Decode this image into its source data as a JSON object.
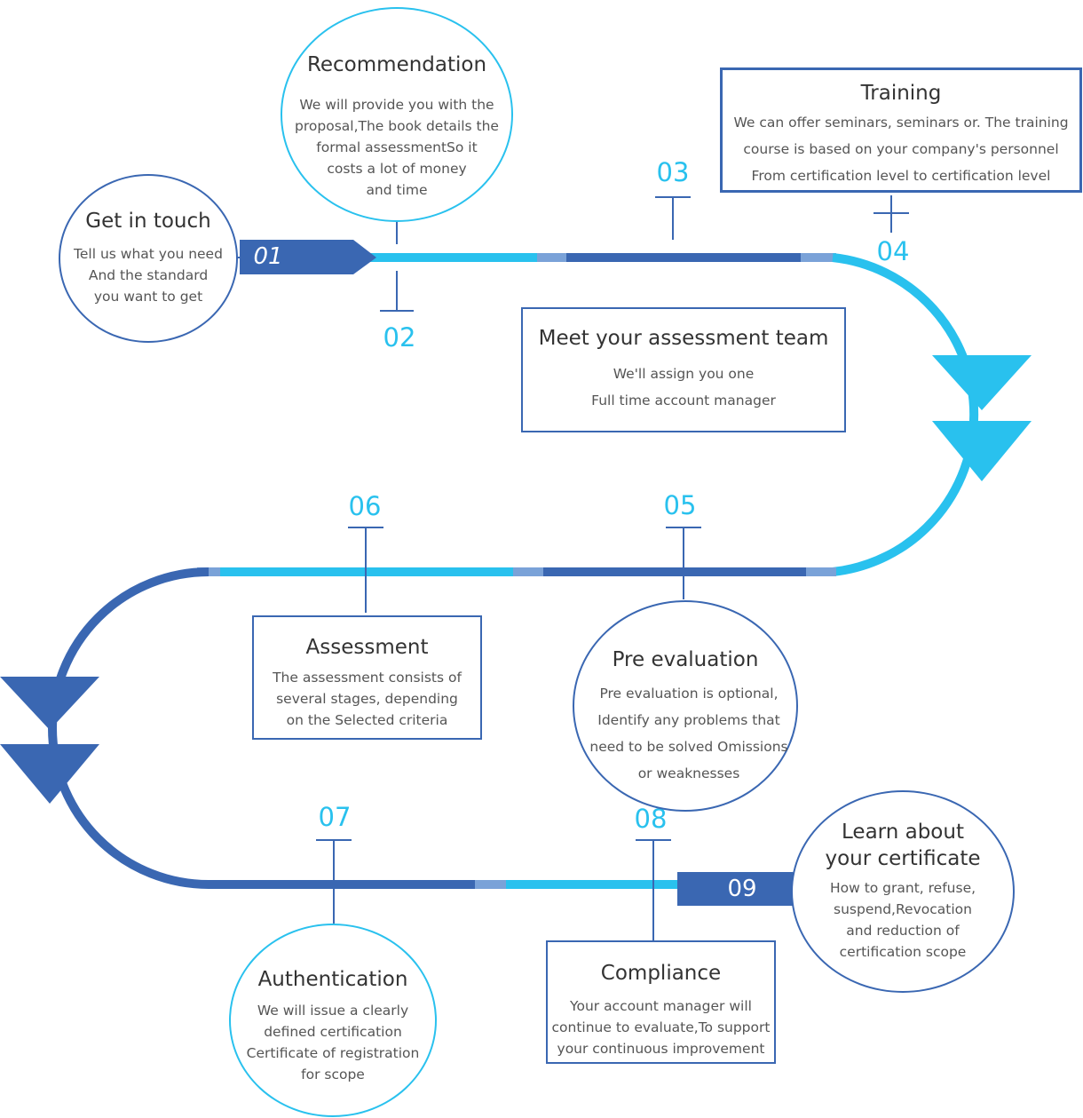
{
  "colors": {
    "dark_blue": "#3a67b2",
    "light_blue": "#29c1ee",
    "mid_blue": "#7aa2d8",
    "title_text": "#333333",
    "body_text": "#555555"
  },
  "steps": [
    {
      "id": "01",
      "title": "Get in touch",
      "desc": "Tell us what you need\nAnd the standard\nyou want to get"
    },
    {
      "id": "02",
      "title": "Recommendation",
      "desc": "We will provide you with the\nproposal,The book details the\nformal assessmentSo it\ncosts a lot of money\nand time"
    },
    {
      "id": "03",
      "title": "Meet your assessment team",
      "desc": "We'll assign you one\nFull time account manager"
    },
    {
      "id": "04",
      "title": "Training",
      "desc": "We can offer seminars, seminars or. The training\ncourse is based on your company's personnel\nFrom certification level to certification level"
    },
    {
      "id": "05",
      "title": "Pre evaluation",
      "desc": "Pre evaluation is optional,\nIdentify any problems that\nneed to be solved Omissions\nor weaknesses"
    },
    {
      "id": "06",
      "title": "Assessment",
      "desc": "The assessment consists of\nseveral stages, depending\non the Selected criteria"
    },
    {
      "id": "07",
      "title": "Authentication",
      "desc": "We will issue a clearly\ndefined certification\nCertificate of registration\nfor scope"
    },
    {
      "id": "08",
      "title": "Compliance",
      "desc": "Your account manager will\ncontinue to evaluate,To support\nyour continuous improvement"
    },
    {
      "id": "09",
      "title": "Learn about\nyour certificate",
      "desc": "How to grant, refuse,\nsuspend,Revocation\nand reduction of\ncertification scope"
    }
  ]
}
